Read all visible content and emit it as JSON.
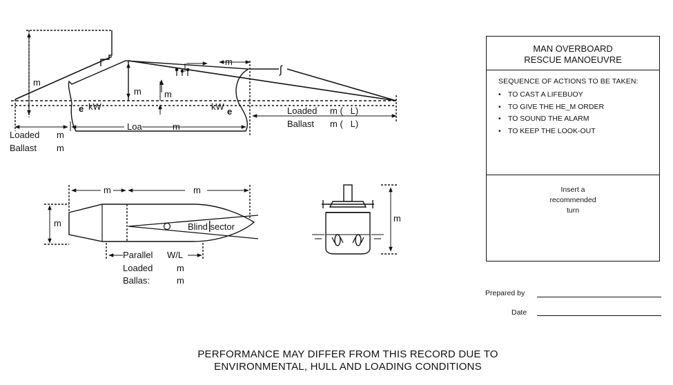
{
  "side_view": {
    "m_height": "m",
    "m_draft": "m",
    "m_eye": "m",
    "m_bow": "m",
    "kw_aft_mark": "e",
    "kw_aft": "kW",
    "kw_fwd": "kW",
    "kw_fwd_mark": "e",
    "loa": "Loa",
    "m_loa": "m",
    "fwd_loaded": "Loaded",
    "fwd_loaded_m": "m (   L)",
    "fwd_ballast": "Ballast",
    "fwd_ballast_m": "m (   L)",
    "aft_loaded": "Loaded",
    "aft_loaded_m": "m",
    "aft_ballast": "Ballast",
    "aft_ballast_m": "m",
    "break_mark": "ʃ"
  },
  "plan_view": {
    "m_aft": "m",
    "m_fwd": "m",
    "m_beam": "m",
    "blind_sector": "Blind sector",
    "parallel": "Parallel",
    "wl": "W/L",
    "loaded": "Loaded",
    "loaded_m": "m",
    "ballast": "Ballas:",
    "ballast_m": "m"
  },
  "front_view": {
    "m_height": "m"
  },
  "panel": {
    "title_line1": "MAN OVERBOARD",
    "title_line2": "RESCUE MANOEUVRE",
    "sequence_title": "SEQUENCE OF ACTIONS TO BE TAKEN:",
    "bullet": "•",
    "actions": [
      "TO CAST A LIFEBUOY",
      "TO GIVE THE HE_M ORDER",
      "TO SOUND THE ALARM",
      "TO KEEP THE LOOK-OUT"
    ],
    "turn_line1": "Insert a",
    "turn_line2": "recommended",
    "turn_line3": "turn"
  },
  "signatures": {
    "prepared_by": "Prepared by",
    "date": "Date"
  },
  "footer": {
    "line1": "PERFORMANCE MAY DIFFER FROM THIS RECORD DUE TO",
    "line2": "ENVIRONMENTAL, HULL AND LOADING CONDITIONS"
  }
}
